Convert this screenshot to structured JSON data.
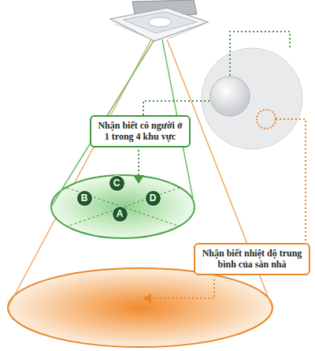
{
  "diagram": {
    "nodes": [
      {
        "text": [
          "Nhận biết có người ở 1 trong 4 khu vực"
        ]
      },
      {
        "text": [
          "C"
        ]
      },
      {
        "text": [
          "B"
        ]
      },
      {
        "text": [
          "D"
        ]
      },
      {
        "text": [
          "A"
        ]
      },
      {
        "text": [
          "Nhận biết nhiệt độ trung bình của sàn nhà"
        ]
      }
    ]
  }
}
